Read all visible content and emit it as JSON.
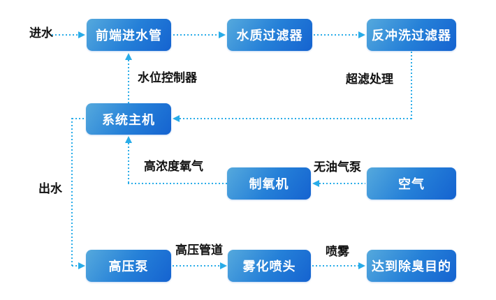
{
  "diagram_title": "deodorization-water-treatment-flow",
  "colors": {
    "background": "#ffffff",
    "arrow": "#29ace8",
    "label_text": "#111111",
    "node_text": "#ffffff",
    "node_gradient_start": "#55a9dd",
    "node_gradient_mid": "#2580d8",
    "node_gradient_end": "#1563d0"
  },
  "nodes": {
    "front_inlet_pipe": "前端进水管",
    "water_quality_filter": "水质过滤器",
    "backwash_filter": "反冲洗过滤器",
    "system_host": "系统主机",
    "oxygen_generator": "制氧机",
    "air": "空气",
    "high_pressure_pump": "高压泵",
    "atomizing_nozzle": "雾化喷头",
    "deodorization_goal": "达到除臭目的"
  },
  "labels": {
    "inlet_water": "进水",
    "water_level_controller": "水位控制器",
    "ultrafiltration": "超滤处理",
    "high_concentration_oxygen": "高浓度氧气",
    "oil_free_pump": "无油气泵",
    "outlet_water": "出水",
    "high_pressure_pipe": "高压管道",
    "spray": "喷雾"
  },
  "edges": [
    {
      "from": "进水",
      "to": "前端进水管",
      "label": ""
    },
    {
      "from": "前端进水管",
      "to": "水质过滤器",
      "label": ""
    },
    {
      "from": "水质过滤器",
      "to": "反冲洗过滤器",
      "label": ""
    },
    {
      "from": "系统主机",
      "to": "前端进水管",
      "label": "水位控制器"
    },
    {
      "from": "反冲洗过滤器",
      "to": "系统主机",
      "label": "超滤处理"
    },
    {
      "from": "制氧机",
      "to": "系统主机",
      "label": "高浓度氧气"
    },
    {
      "from": "空气",
      "to": "制氧机",
      "label": "无油气泵"
    },
    {
      "from": "系统主机",
      "to": "高压泵",
      "label": "出水"
    },
    {
      "from": "高压泵",
      "to": "雾化喷头",
      "label": "高压管道"
    },
    {
      "from": "雾化喷头",
      "to": "达到除臭目的",
      "label": "喷雾"
    }
  ]
}
